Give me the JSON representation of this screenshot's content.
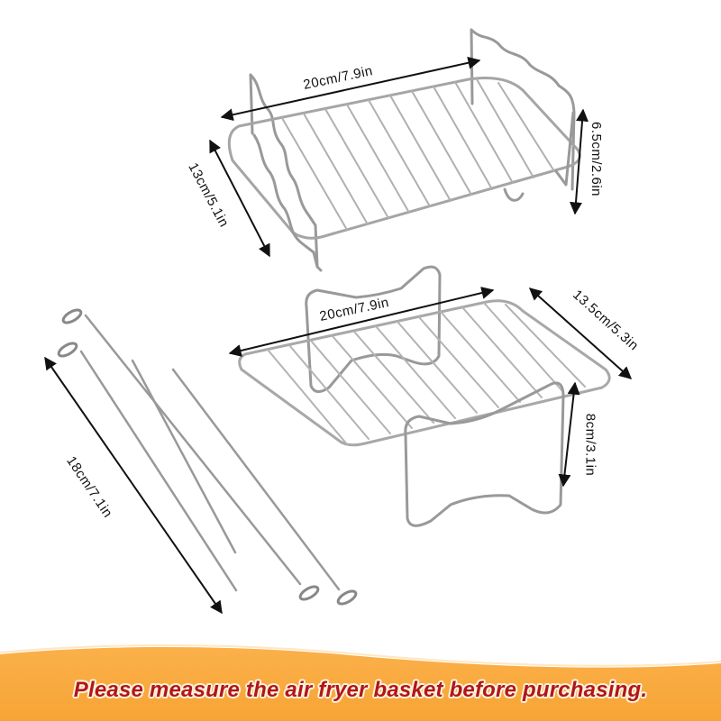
{
  "product": {
    "description": "Air fryer rack set: two double-layer racks and four skewers",
    "items": [
      {
        "name": "wavy-leg rack",
        "dimensions": {
          "length": "20cm/7.9in",
          "width": "13cm/5.1in",
          "height": "6.5cm/2.6in"
        }
      },
      {
        "name": "bone-leg rack",
        "dimensions": {
          "length": "20cm/7.9in",
          "width": "13.5cm/5.3in",
          "height": "8cm/3.1in"
        }
      },
      {
        "name": "skewers",
        "count": 4,
        "dimensions": {
          "length": "18cm/7.1in"
        }
      }
    ]
  },
  "labels": {
    "rack1_length": "20cm/7.9in",
    "rack1_width": "13cm/5.1in",
    "rack1_height": "6.5cm/2.6in",
    "rack2_length": "20cm/7.9in",
    "rack2_width": "13.5cm/5.3in",
    "rack2_height": "8cm/3.1in",
    "skewer_length": "18cm/7.1in"
  },
  "banner": {
    "text": "Please measure the air fryer basket before purchasing.",
    "background_color": "#f9a93a",
    "text_color": "#b0161b"
  },
  "colors": {
    "wire": "#9a9a9a",
    "wire_highlight": "#e6e6e6",
    "arrow": "#111111"
  }
}
